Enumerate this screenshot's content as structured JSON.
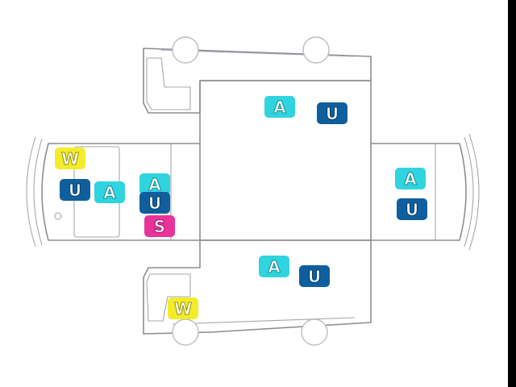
{
  "badge_colors": {
    "A": {
      "fill": "#2fd4de",
      "text": "#ffffff",
      "stroke": "#1a8c94"
    },
    "U": {
      "fill": "#0f5f9e",
      "text": "#ffffff",
      "stroke": "#0a3e68"
    },
    "W": {
      "fill": "#f3ec2a",
      "text": "#ffffff",
      "stroke": "#9a9410"
    },
    "S": {
      "fill": "#e8339b",
      "text": "#ffffff",
      "stroke": "#9b1f66"
    }
  },
  "badges": {
    "top_a": "A",
    "top_u": "U",
    "rear_w": "W",
    "rear_u": "U",
    "rear_a": "A",
    "rear2_a": "A",
    "rear2_u": "U",
    "rear_s": "S",
    "front_a": "A",
    "front_u": "U",
    "bottom_a": "A",
    "bottom_u": "U",
    "bottom_w": "W"
  }
}
